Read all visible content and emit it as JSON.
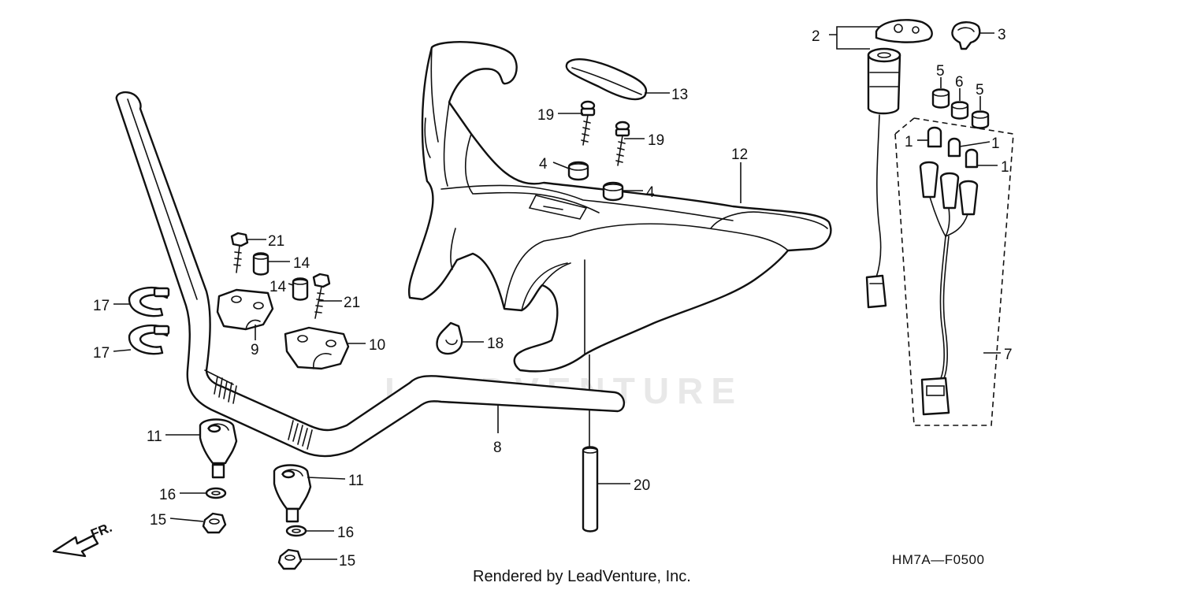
{
  "watermark": "LEADVENTURE",
  "diagram_code": "HM7A—F0500",
  "footer": "Rendered by LeadVenture, Inc.",
  "direction_label": "FR.",
  "callouts": [
    {
      "id": "c1a",
      "label": "1"
    },
    {
      "id": "c1b",
      "label": "1"
    },
    {
      "id": "c1c",
      "label": "1"
    },
    {
      "id": "c2",
      "label": "2"
    },
    {
      "id": "c3",
      "label": "3"
    },
    {
      "id": "c4a",
      "label": "4"
    },
    {
      "id": "c4b",
      "label": "4"
    },
    {
      "id": "c5a",
      "label": "5"
    },
    {
      "id": "c5b",
      "label": "5"
    },
    {
      "id": "c6",
      "label": "6"
    },
    {
      "id": "c7",
      "label": "7"
    },
    {
      "id": "c8",
      "label": "8"
    },
    {
      "id": "c9",
      "label": "9"
    },
    {
      "id": "c10",
      "label": "10"
    },
    {
      "id": "c11a",
      "label": "11"
    },
    {
      "id": "c11b",
      "label": "11"
    },
    {
      "id": "c12",
      "label": "12"
    },
    {
      "id": "c13",
      "label": "13"
    },
    {
      "id": "c14a",
      "label": "14"
    },
    {
      "id": "c14b",
      "label": "14"
    },
    {
      "id": "c15a",
      "label": "15"
    },
    {
      "id": "c15b",
      "label": "15"
    },
    {
      "id": "c16a",
      "label": "16"
    },
    {
      "id": "c16b",
      "label": "16"
    },
    {
      "id": "c17a",
      "label": "17"
    },
    {
      "id": "c17b",
      "label": "17"
    },
    {
      "id": "c18",
      "label": "18"
    },
    {
      "id": "c19a",
      "label": "19"
    },
    {
      "id": "c19b",
      "label": "19"
    },
    {
      "id": "c20",
      "label": "20"
    },
    {
      "id": "c21a",
      "label": "21"
    },
    {
      "id": "c21b",
      "label": "21"
    }
  ]
}
